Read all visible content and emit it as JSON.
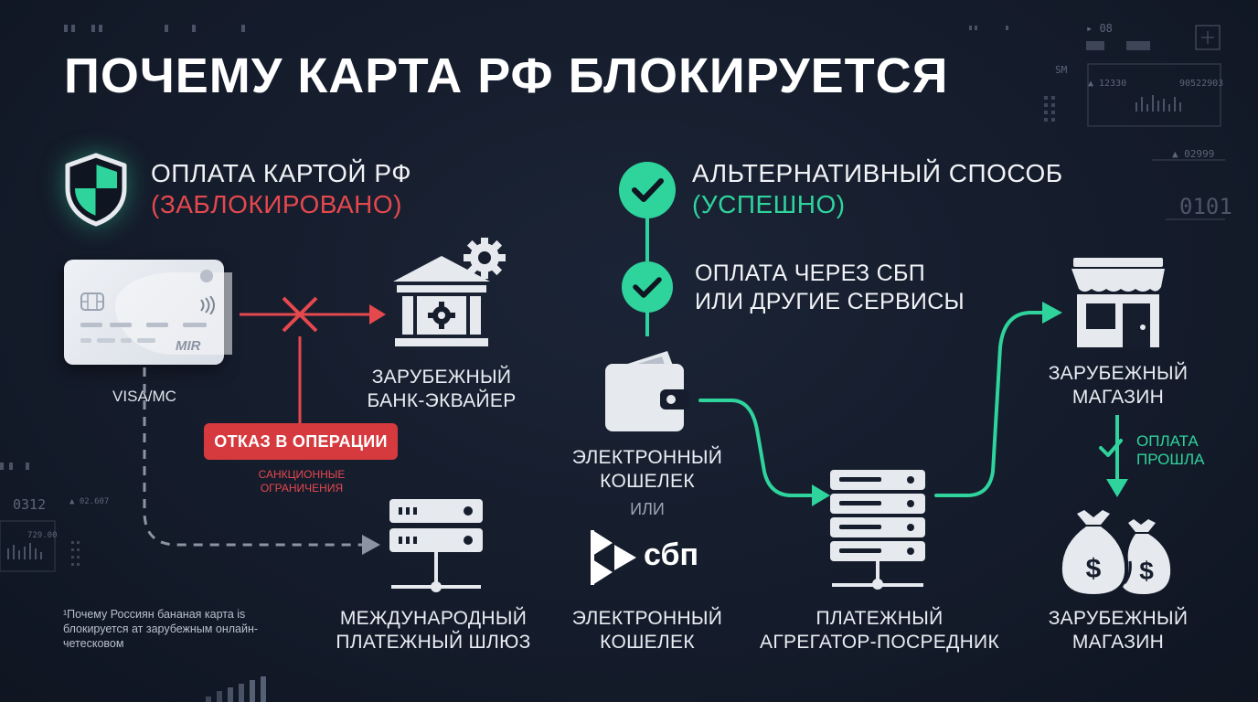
{
  "title": "ПОЧЕМУ КАРТА РФ БЛОКИРУЕТСЯ",
  "blocked": {
    "heading": "ОПЛАТА КАРТОЙ РФ",
    "status": "(ЗАБЛОКИРОВАНО)",
    "card_brand": "MIR",
    "card_label": "VISA/MC",
    "bank_label_1": "ЗАРУБЕЖНЫЙ",
    "bank_label_2": "БАНК-ЭКВАЙЕР",
    "deny": "ОТКАЗ В ОПЕРАЦИИ",
    "sanctions_1": "САНКЦИОННЫЕ",
    "sanctions_2": "ОГРАНИЧЕНИЯ",
    "gateway_label_1": "МЕЖДУНАРОДНЫЙ",
    "gateway_label_2": "ПЛАТЕЖНЫЙ ШЛЮЗ"
  },
  "alternative": {
    "heading": "АЛЬТЕРНАТИВНЫЙ СПОСОБ",
    "status": "(УСПЕШНО)",
    "step_1": "ОПЛАТА ЧЕРЕЗ СБП",
    "step_2": "ИЛИ ДРУГИЕ СЕРВИСЫ",
    "wallet_label_1": "ЭЛЕКТРОННЫЙ",
    "wallet_label_2": "КОШЕЛЕК",
    "or": "ИЛИ",
    "sbp_logo": "сбп",
    "sbp_label_1": "ЭЛЕКТРОННЫЙ",
    "sbp_label_2": "КОШЕЛЕК",
    "aggregator_label_1": "ПЛАТЕЖНЫЙ",
    "aggregator_label_2": "АГРЕГАТОР-ПОСРЕДНИК",
    "shop_label_1": "ЗАРУБЕЖНЫЙ",
    "shop_label_2": "МАГАЗИН",
    "paid_1": "ОПЛАТА",
    "paid_2": "ПРОШЛА",
    "shop2_label_1": "ЗАРУБЕЖНЫЙ",
    "shop2_label_2": "МАГАЗИН"
  },
  "footnote": "¹Почему Россиян бананая карта is блокируется ат зарубежным онлайн-четесковом",
  "deco": {
    "top_code": "08",
    "sm": "SM",
    "num_a": "▲ 12330",
    "num_b": "90522903",
    "num_c": "▲ 02999",
    "binary": "0101",
    "left_code": "0312",
    "left_num_a": "▲ 02.607",
    "left_num_b": "729.00"
  },
  "colors": {
    "background": "#141b2a",
    "red": "#e5484d",
    "green": "#2fd39c",
    "icon": "#e6e9ee"
  }
}
